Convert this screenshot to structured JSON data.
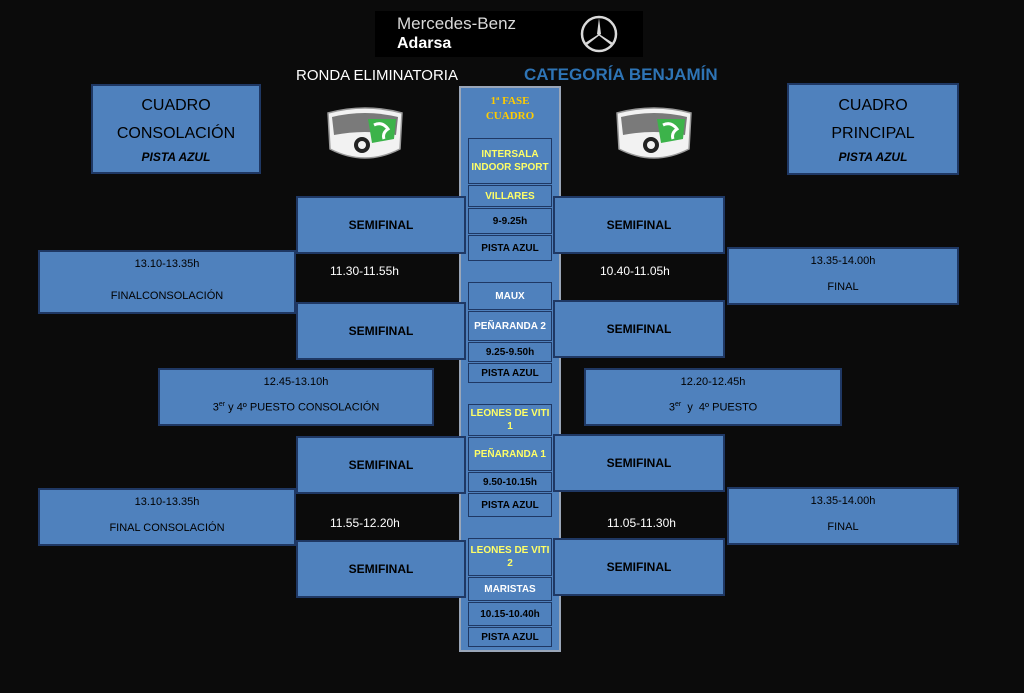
{
  "sponsor": {
    "line1": "Mercedes-Benz",
    "line2": "Adarsa",
    "logo_icon": "mercedes-star-icon"
  },
  "header": {
    "round": "RONDA ELIMINATORIA",
    "category": "CATEGORÍA BENJAMÍN"
  },
  "left_header": {
    "line1": "CUADRO",
    "line2": "CONSOLACIÓN",
    "court": "PISTA AZUL"
  },
  "right_header": {
    "line1": "CUADRO",
    "line2": "PRINCIPAL",
    "court": "PISTA AZUL"
  },
  "club_logo_icon": "club-shield-logo-icon",
  "center": {
    "phase_line1": "1ª FASE",
    "phase_line2": "CUADRO",
    "matches": [
      {
        "team1": "INTERSALA INDOOR SPORT",
        "team2": "VILLARES",
        "time": "9-9.25h",
        "court": "PISTA AZUL"
      },
      {
        "team1": "MAUX",
        "team2": "PEÑARANDA 2",
        "time": "9.25-9.50h",
        "court": "PISTA AZUL"
      },
      {
        "team1": "LEONES DE VITI 1",
        "team2": "PEÑARANDA 1",
        "time": "9.50-10.15h",
        "court": "PISTA AZUL"
      },
      {
        "team1": "LEONES DE VITI 2",
        "team2": "MARISTAS",
        "time": "10.15-10.40h",
        "court": "PISTA AZUL"
      }
    ]
  },
  "semifinal_label": "SEMIFINAL",
  "left_times": [
    "11.30-11.55h",
    "11.55-12.20h"
  ],
  "right_times": [
    "10.40-11.05h",
    "11.05-11.30h"
  ],
  "left_finals": [
    {
      "time": "13.10-13.35h",
      "label": "FINALCONSOLACIÓN"
    },
    {
      "time": "13.10-13.35h",
      "label": "FINAL CONSOLACIÓN"
    }
  ],
  "right_finals": [
    {
      "time": "13.35-14.00h",
      "label": "FINAL"
    },
    {
      "time": "13.35-14.00h",
      "label": "FINAL"
    }
  ],
  "left_third": {
    "time": "12.45-13.10h",
    "sup": "er",
    "label": " y 4º PUESTO CONSOLACIÓN",
    "num": "3"
  },
  "right_third": {
    "time": "12.20-12.45h",
    "sup": "er",
    "label": "  y  4º PUESTO",
    "num": "3"
  }
}
